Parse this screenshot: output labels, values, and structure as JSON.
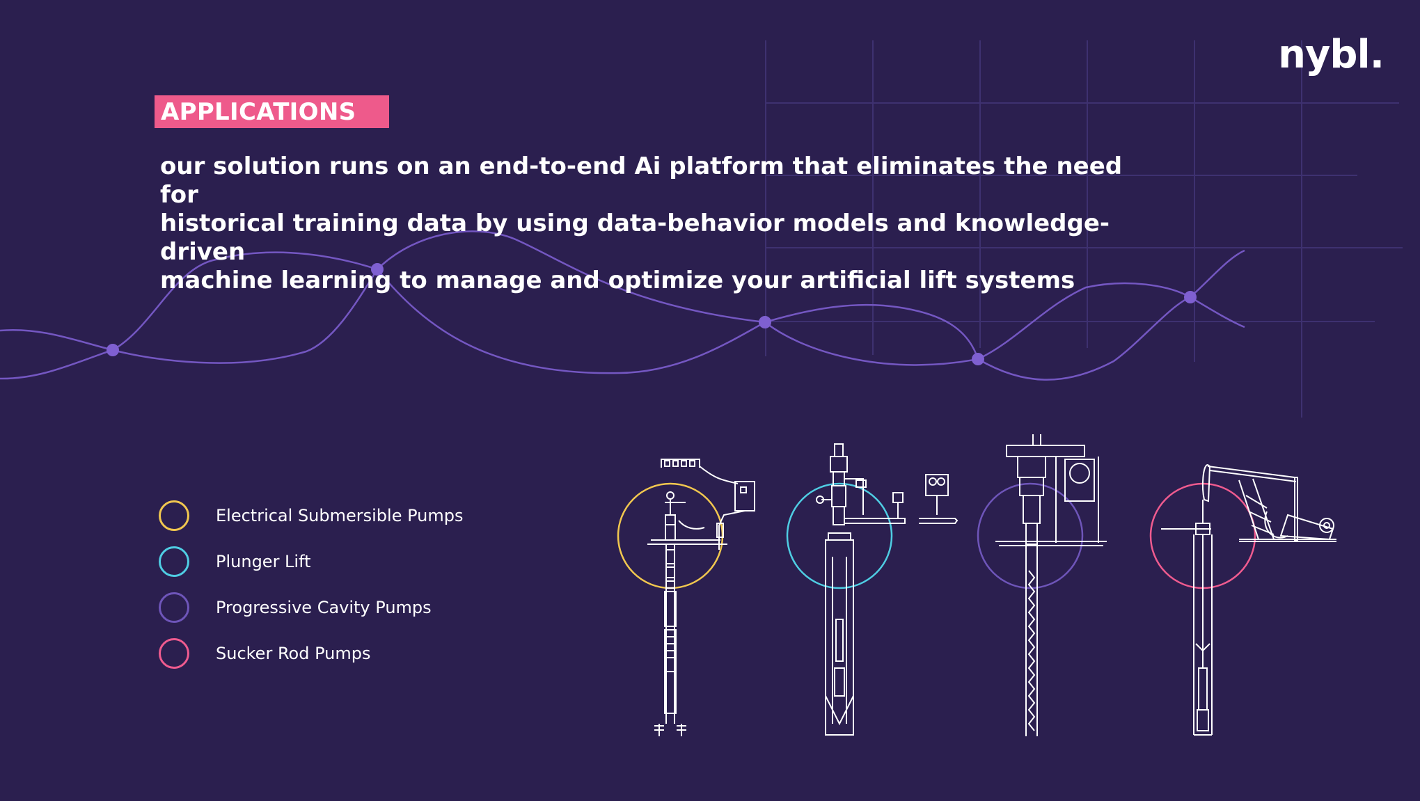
{
  "brand": {
    "logo_text": "nybl."
  },
  "tag": {
    "label": "APPLICATIONS"
  },
  "headline": {
    "lines": [
      "our solution runs on an end-to-end Ai platform that eliminates the need for",
      "historical training data by using data-behavior models and knowledge-driven",
      "machine learning to manage and optimize your artificial lift systems"
    ]
  },
  "legend": {
    "items": [
      {
        "label": "Electrical Submersible Pumps",
        "color": "#f1c74f",
        "icon": "yellow-ring-icon"
      },
      {
        "label": "Plunger Lift",
        "color": "#4fcde3",
        "icon": "cyan-ring-icon"
      },
      {
        "label": "Progressive Cavity Pumps",
        "color": "#6e55b9",
        "icon": "purple-ring-icon"
      },
      {
        "label": "Sucker Rod Pumps",
        "color": "#ef5b8f",
        "icon": "pink-ring-icon"
      }
    ]
  },
  "colors": {
    "background": "#2b1f4f",
    "accent": "#ee5a8b",
    "wave": "#7457c2",
    "grid": "#3e3170"
  }
}
